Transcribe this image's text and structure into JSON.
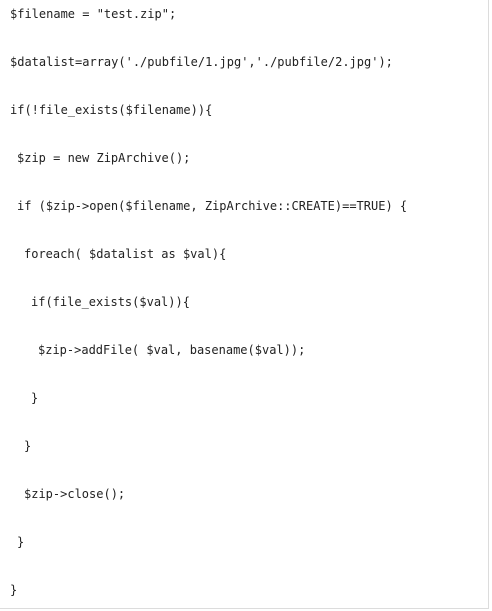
{
  "code": {
    "lines": [
      "$filename = \"test.zip\";",
      "$datalist=array('./pubfile/1.jpg','./pubfile/2.jpg');",
      "if(!file_exists($filename)){",
      "$zip = new ZipArchive();",
      "if ($zip->open($filename, ZipArchive::CREATE)==TRUE) {",
      "foreach( $datalist as $val){",
      "if(file_exists($val)){",
      "$zip->addFile( $val, basename($val));",
      "}",
      "}",
      "$zip->close();",
      "}",
      "}"
    ]
  }
}
